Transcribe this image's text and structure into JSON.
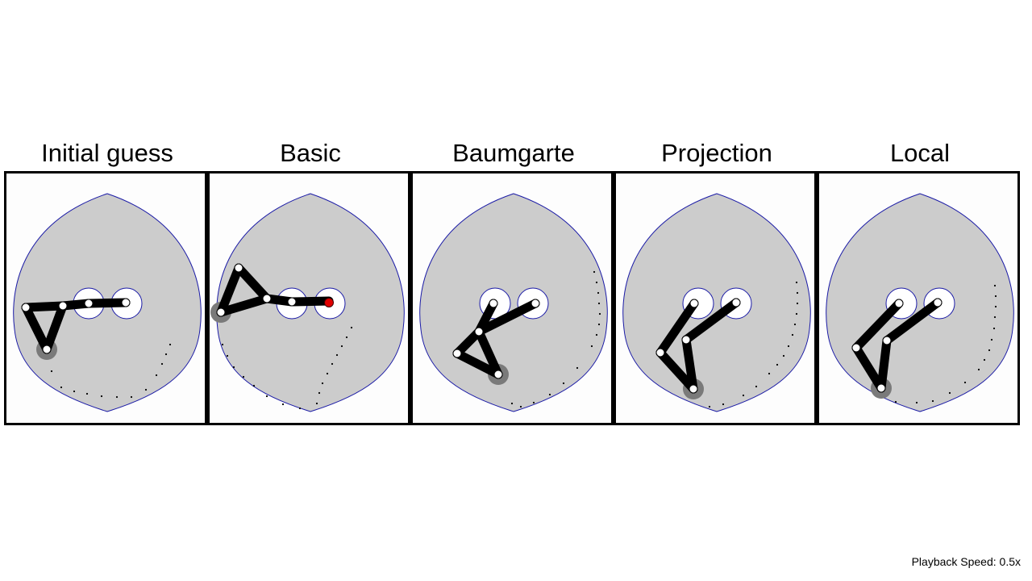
{
  "panels": [
    {
      "title": "Initial guess",
      "links": [
        [
          24,
          166,
          70,
          164
        ],
        [
          70,
          164,
          102,
          161
        ],
        [
          102,
          161,
          148,
          160
        ],
        [
          24,
          166,
          50,
          218
        ],
        [
          50,
          218,
          70,
          164
        ]
      ],
      "joints": [
        [
          24,
          166
        ],
        [
          70,
          164
        ],
        [
          102,
          161
        ],
        [
          148,
          160
        ],
        [
          50,
          218
        ]
      ],
      "grey_joint": [
        50,
        218
      ],
      "red_joint": null,
      "trail": [
        [
          203,
          212
        ],
        [
          198,
          224
        ],
        [
          193,
          236
        ],
        [
          186,
          250
        ],
        [
          173,
          268
        ],
        [
          155,
          277
        ],
        [
          137,
          277
        ],
        [
          118,
          276
        ],
        [
          100,
          273
        ],
        [
          84,
          270
        ],
        [
          68,
          265
        ],
        [
          56,
          245
        ]
      ]
    },
    {
      "title": "Basic",
      "links": [
        [
          14,
          172,
          36,
          117
        ],
        [
          36,
          117,
          71,
          155
        ],
        [
          71,
          155,
          102,
          159
        ],
        [
          102,
          159,
          148,
          158
        ],
        [
          14,
          172,
          71,
          155
        ]
      ],
      "joints": [
        [
          14,
          172
        ],
        [
          36,
          117
        ],
        [
          71,
          155
        ],
        [
          102,
          159
        ]
      ],
      "grey_joint": [
        14,
        172
      ],
      "red_joint": [
        148,
        160
      ],
      "trail": [
        [
          176,
          191
        ],
        [
          170,
          203
        ],
        [
          164,
          214
        ],
        [
          158,
          225
        ],
        [
          152,
          236
        ],
        [
          146,
          248
        ],
        [
          140,
          260
        ],
        [
          136,
          272
        ],
        [
          133,
          285
        ],
        [
          112,
          291
        ],
        [
          91,
          286
        ],
        [
          71,
          276
        ],
        [
          55,
          263
        ],
        [
          42,
          252
        ],
        [
          30,
          240
        ],
        [
          22,
          226
        ],
        [
          16,
          212
        ]
      ]
    },
    {
      "title": "Baumgarte",
      "links": [
        [
          100,
          161,
          82,
          196
        ],
        [
          82,
          196,
          55,
          223
        ],
        [
          55,
          223,
          106,
          249
        ],
        [
          106,
          249,
          82,
          196
        ],
        [
          82,
          196,
          152,
          161
        ]
      ],
      "joints": [
        [
          100,
          161
        ],
        [
          152,
          161
        ],
        [
          82,
          196
        ],
        [
          55,
          223
        ],
        [
          106,
          249
        ]
      ],
      "grey_joint": [
        106,
        249
      ],
      "red_joint": null,
      "trail": [
        [
          225,
          122
        ],
        [
          228,
          135
        ],
        [
          230,
          148
        ],
        [
          231,
          161
        ],
        [
          232,
          174
        ],
        [
          231,
          187
        ],
        [
          228,
          200
        ],
        [
          222,
          214
        ],
        [
          204,
          241
        ],
        [
          187,
          260
        ],
        [
          170,
          274
        ],
        [
          150,
          284
        ],
        [
          134,
          289
        ],
        [
          123,
          285
        ]
      ]
    },
    {
      "title": "Projection",
      "links": [
        [
          97,
          161,
          55,
          222
        ],
        [
          55,
          222,
          96,
          267
        ],
        [
          96,
          267,
          87,
          206
        ],
        [
          87,
          206,
          149,
          160
        ]
      ],
      "joints": [
        [
          97,
          161
        ],
        [
          149,
          160
        ],
        [
          55,
          222
        ],
        [
          87,
          206
        ],
        [
          96,
          267
        ]
      ],
      "grey_joint": [
        96,
        267
      ],
      "red_joint": null,
      "trail": [
        [
          224,
          135
        ],
        [
          225,
          148
        ],
        [
          225,
          161
        ],
        [
          224,
          174
        ],
        [
          222,
          187
        ],
        [
          219,
          200
        ],
        [
          214,
          214
        ],
        [
          208,
          226
        ],
        [
          200,
          237
        ],
        [
          190,
          248
        ],
        [
          174,
          264
        ],
        [
          158,
          275
        ],
        [
          133,
          286
        ],
        [
          116,
          289
        ]
      ]
    },
    {
      "title": "Local",
      "links": [
        [
          99,
          161,
          46,
          216
        ],
        [
          46,
          216,
          77,
          266
        ],
        [
          77,
          266,
          84,
          207
        ],
        [
          84,
          207,
          147,
          160
        ]
      ],
      "joints": [
        [
          99,
          161
        ],
        [
          147,
          160
        ],
        [
          46,
          216
        ],
        [
          84,
          207
        ],
        [
          77,
          266
        ]
      ],
      "grey_joint": [
        77,
        266
      ],
      "red_joint": null,
      "trail": [
        [
          218,
          139
        ],
        [
          219,
          152
        ],
        [
          219,
          165
        ],
        [
          218,
          178
        ],
        [
          217,
          192
        ],
        [
          214,
          206
        ],
        [
          211,
          219
        ],
        [
          205,
          231
        ],
        [
          198,
          243
        ],
        [
          181,
          259
        ],
        [
          162,
          272
        ],
        [
          141,
          282
        ],
        [
          121,
          284
        ],
        [
          95,
          283
        ]
      ]
    }
  ],
  "footer": {
    "playback_speed": "Playback Speed: 0.5x"
  }
}
